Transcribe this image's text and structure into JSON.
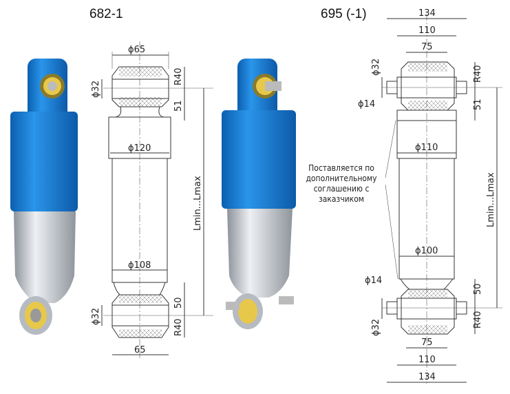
{
  "models": [
    {
      "title": "682-1",
      "dims": {
        "top_width": "ϕ65",
        "pin": "ϕ32",
        "radius_top": "R40",
        "offset_top": "51",
        "body": "ϕ120",
        "lower_body": "ϕ108",
        "length": "Lmin...Lmax",
        "offset_bottom": "50",
        "pin_bottom": "ϕ32",
        "radius_bottom": "R40",
        "bottom_width": "65"
      }
    },
    {
      "title": "695 (-1)",
      "dims": {
        "w134_top": "134",
        "w110_top": "110",
        "w75_top": "75",
        "pin": "ϕ32",
        "radius_top": "R40",
        "bolt_top": "ϕ14",
        "offset_top": "51",
        "body": "ϕ110",
        "length": "Lmin...Lmax",
        "lower_body": "ϕ100",
        "bolt_bottom": "ϕ14",
        "offset_bottom": "50",
        "radius_bottom": "R40",
        "pin_bottom": "ϕ32",
        "w75_bottom": "75",
        "w110_bottom": "110",
        "w134_bottom": "134"
      },
      "note": [
        "Поставляется по",
        "дополнительному",
        "соглашению с",
        "заказчиком"
      ]
    }
  ],
  "colors": {
    "blue": "#1a7fd6",
    "silver": "#c8ccd2",
    "bushing": "#e8c84a"
  }
}
